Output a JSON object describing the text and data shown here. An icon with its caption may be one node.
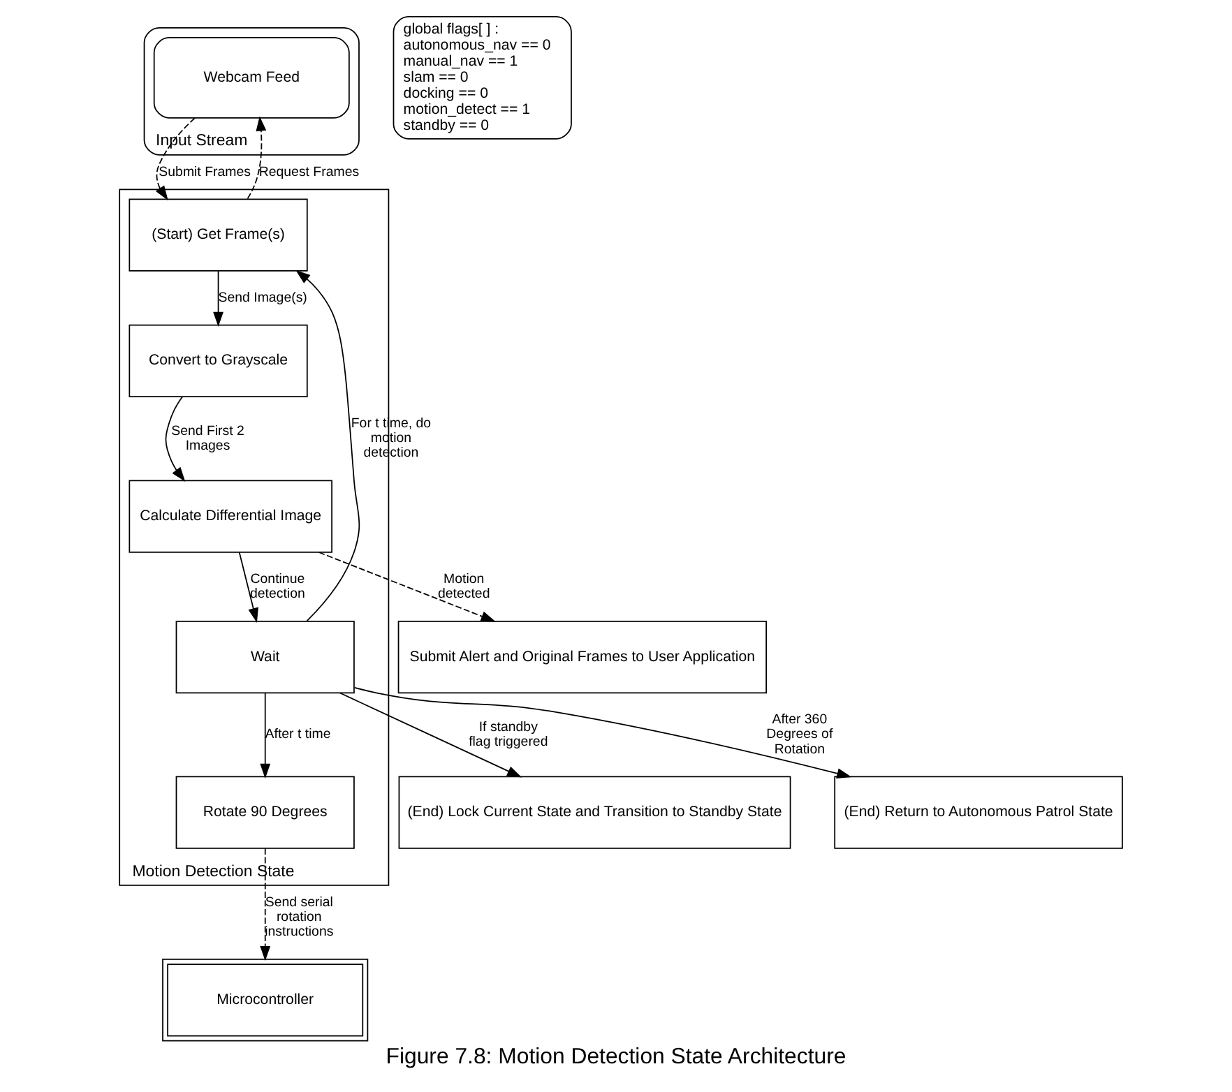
{
  "diagram": {
    "caption": "Figure 7.8: Motion Detection State Architecture",
    "nodes": [
      {
        "text": [
          "Input Stream"
        ]
      },
      {
        "text": [
          "Webcam Feed"
        ],
        "in": 0
      },
      {
        "text": [
          "global flags[ ] :",
          "autonomous_nav == 0",
          "manual_nav == 1",
          "slam == 0",
          "docking == 0",
          "motion_detect == 1",
          "standby == 0"
        ]
      },
      {
        "text": [
          "Motion Detection State"
        ]
      },
      {
        "text": [
          "(Start) Get Frame(s)"
        ],
        "in": 3
      },
      {
        "text": [
          "Convert to Grayscale"
        ],
        "in": 3
      },
      {
        "text": [
          "Calculate Differential Image"
        ],
        "in": 3
      },
      {
        "text": [
          "Wait"
        ],
        "in": 3
      },
      {
        "text": [
          "Rotate 90 Degrees"
        ],
        "in": 3
      },
      {
        "text": [
          "Submit Alert and Original Frames to User Application"
        ]
      },
      {
        "text": [
          "(End) Lock Current State and Transition to Standby State"
        ]
      },
      {
        "text": [
          "(End) Return to Autonomous Patrol State"
        ]
      },
      {
        "text": [
          "Microcontroller"
        ]
      }
    ],
    "edges": [
      {
        "from": 1,
        "to": 4,
        "arrow": "to",
        "label": "Submit Frames",
        "style": "dashed"
      },
      {
        "from": 4,
        "to": 1,
        "arrow": "to",
        "label": "Request Frames",
        "style": "dashed"
      },
      {
        "from": 4,
        "to": 5,
        "arrow": "to",
        "label": "Send Image(s)"
      },
      {
        "from": 5,
        "to": 6,
        "arrow": "to",
        "label": "Send First 2 Images"
      },
      {
        "from": 6,
        "to": 9,
        "arrow": "to",
        "label": "Motion detected",
        "style": "dashed"
      },
      {
        "from": 6,
        "to": 7,
        "arrow": "to",
        "label": "Continue detection"
      },
      {
        "from": 7,
        "to": 4,
        "arrow": "to",
        "label": "For t time, do motion detection"
      },
      {
        "from": 7,
        "to": 10,
        "arrow": "to",
        "label": "If standby flag triggered"
      },
      {
        "from": 7,
        "to": 11,
        "arrow": "to",
        "label": "After 360 Degrees of Rotation"
      },
      {
        "from": 7,
        "to": 8,
        "arrow": "to",
        "label": "After t time"
      },
      {
        "from": 8,
        "to": 12,
        "arrow": "to",
        "label": "Send serial rotation instructions",
        "style": "dashed"
      }
    ]
  }
}
